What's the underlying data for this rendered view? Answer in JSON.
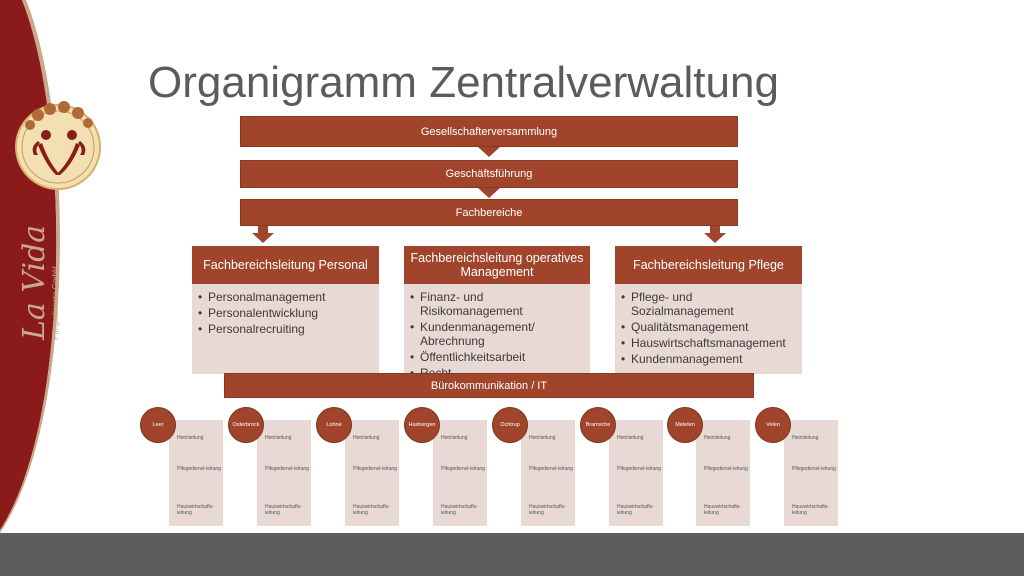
{
  "title": "Organigramm Zentralverwaltung",
  "brand": {
    "name": "La Vida",
    "subtitle": "Pflegedienste GmbH"
  },
  "colors": {
    "accent": "#a0452b",
    "panel": "#e8d9d4",
    "sidebar": "#8b1a1a",
    "footer": "#5d5d5d"
  },
  "levels": {
    "top": "Gesellschafterversammlung",
    "second": "Geschäftsführung",
    "third": "Fachbereiche"
  },
  "columns": [
    {
      "heading": "Fachbereichsleitung Personal",
      "items": [
        "Personalmanagement",
        "Personalentwicklung",
        "Personalrecruiting"
      ]
    },
    {
      "heading": "Fachbereichsleitung operatives Management",
      "items": [
        "Finanz- und Risikomanagement",
        "Kundenmanagement/ Abrechnung",
        "Öffentlichkeitsarbeit",
        "Recht"
      ]
    },
    {
      "heading": "Fachbereichsleitung Pflege",
      "items": [
        "Pflege- und Sozialmanagement",
        "Qualitätsmanagement",
        "Hauswirtschaftsmanagement",
        "Kundenmanagement"
      ]
    }
  ],
  "office": "Bürokommunikation / IT",
  "sites": [
    {
      "name": "Leer",
      "roles": [
        "Heimleitung",
        "Pflegedienst-leitung",
        "Hauswirtschafts-leitung"
      ]
    },
    {
      "name": "Osterbrock",
      "roles": [
        "Heimleitung",
        "Pflegedienst-leitung",
        "Hauswirtschafts-leitung"
      ]
    },
    {
      "name": "Lohne",
      "roles": [
        "Heimleitung",
        "Pflegedienst-leitung",
        "Hauswirtschafts-leitung"
      ]
    },
    {
      "name": "Hasbergen",
      "roles": [
        "Heimleitung",
        "Pflegedienst-leitung",
        "Hauswirtschafts-leitung"
      ]
    },
    {
      "name": "Ochtrup",
      "roles": [
        "Heimleitung",
        "Pflegedienst-leitung",
        "Hauswirtschafts-leitung"
      ]
    },
    {
      "name": "Bramsche",
      "roles": [
        "Heimleitung",
        "Pflegedienst-leitung",
        "Hauswirtschafts-leitung"
      ]
    },
    {
      "name": "Metelen",
      "roles": [
        "Heimleitung",
        "Pflegedienst-leitung",
        "Hauswirtschafts-leitung"
      ]
    },
    {
      "name": "Velen",
      "roles": [
        "Heimleitung",
        "Pflegedienst-leitung",
        "Hauswirtschafts-leitung"
      ]
    }
  ]
}
